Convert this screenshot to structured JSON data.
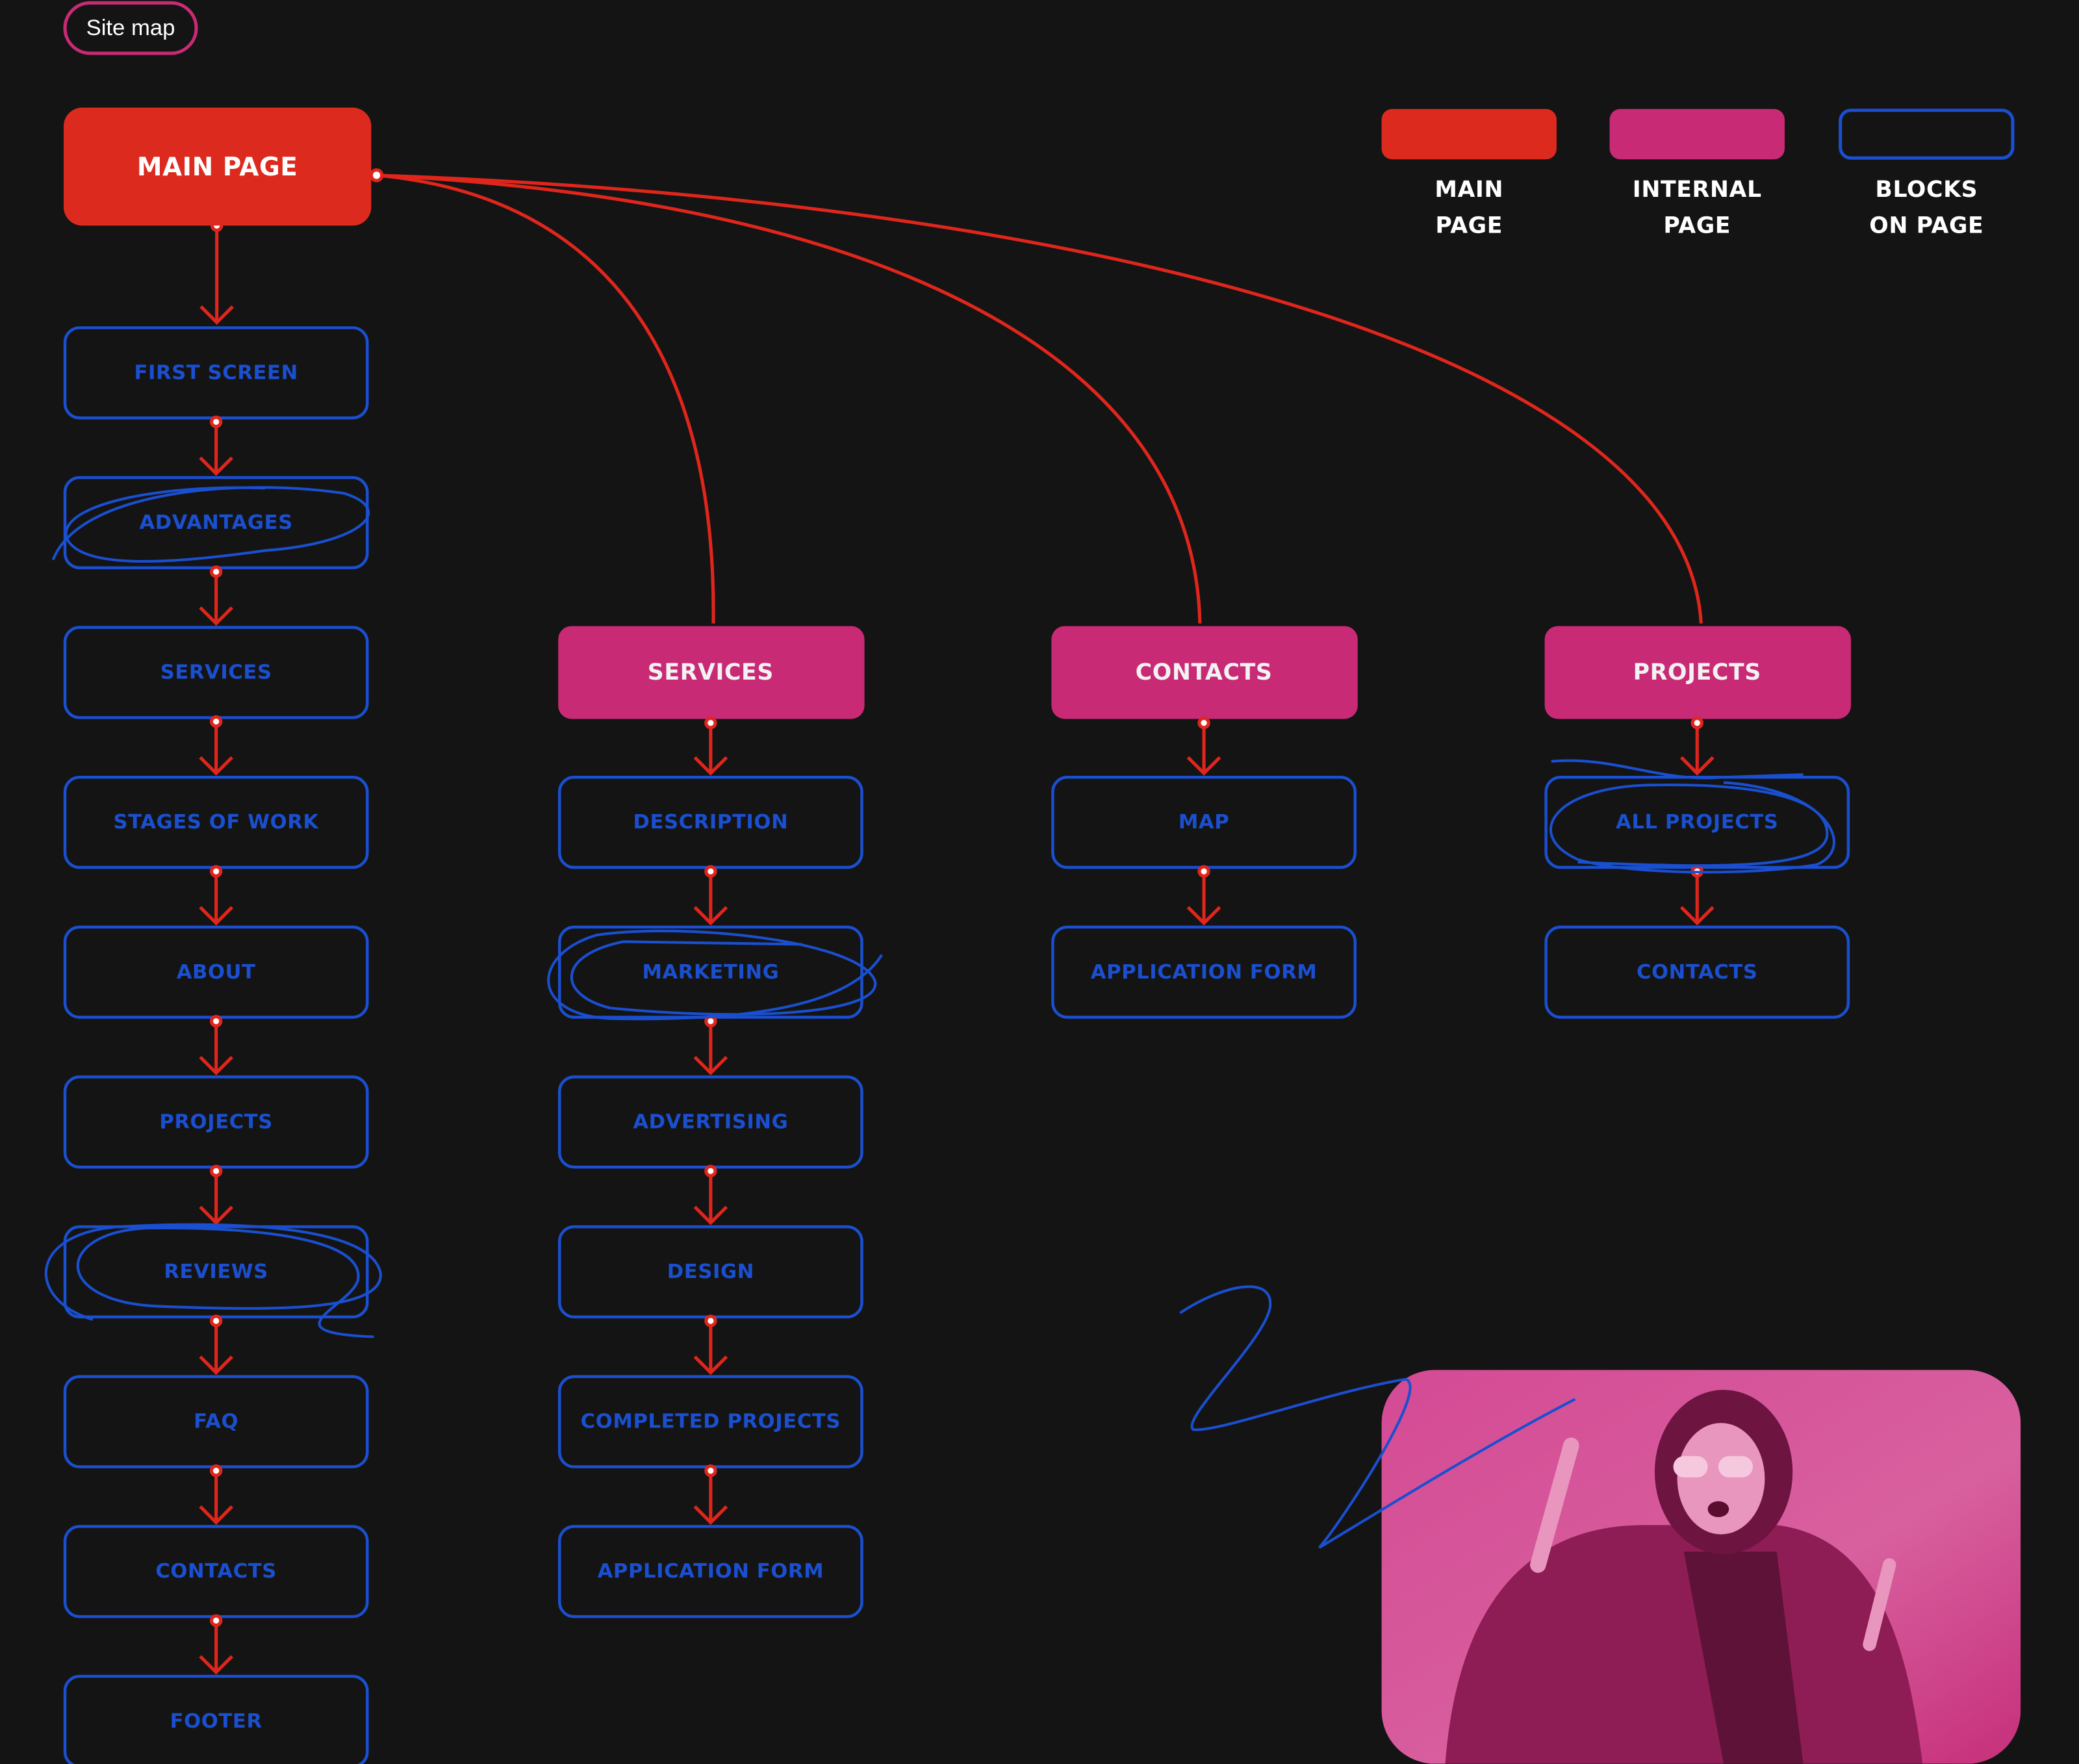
{
  "header": {
    "title": "Site map"
  },
  "colors": {
    "main": "#dc2b1e",
    "internal": "#c92a75",
    "block": "#1a4fd0",
    "connector": "#e0261c",
    "background": "#141414"
  },
  "legend": [
    {
      "line1": "MAIN",
      "line2": "PAGE"
    },
    {
      "line1": "INTERNAL",
      "line2": "PAGE"
    },
    {
      "line1": "BLOCKS",
      "line2": "ON PAGE"
    }
  ],
  "main_page": {
    "label": "MAIN PAGE"
  },
  "columns": [
    {
      "page": null,
      "blocks": [
        "FIRST SCREEN",
        "ADVANTAGES",
        "SERVICES",
        "STAGES OF WORK",
        "ABOUT",
        "PROJECTS",
        "REVIEWS",
        "FAQ",
        "CONTACTS",
        "FOOTER"
      ]
    },
    {
      "page": "SERVICES",
      "blocks": [
        "DESCRIPTION",
        "MARKETING",
        "ADVERTISING",
        "DESIGN",
        "COMPLETED PROJECTS",
        "APPLICATION FORM"
      ]
    },
    {
      "page": "CONTACTS",
      "blocks": [
        "MAP",
        "APPLICATION FORM"
      ]
    },
    {
      "page": "PROJECTS",
      "blocks": [
        "ALL PROJECTS",
        "CONTACTS"
      ]
    }
  ],
  "photo": {
    "icon": "dancing-woman-photo"
  }
}
